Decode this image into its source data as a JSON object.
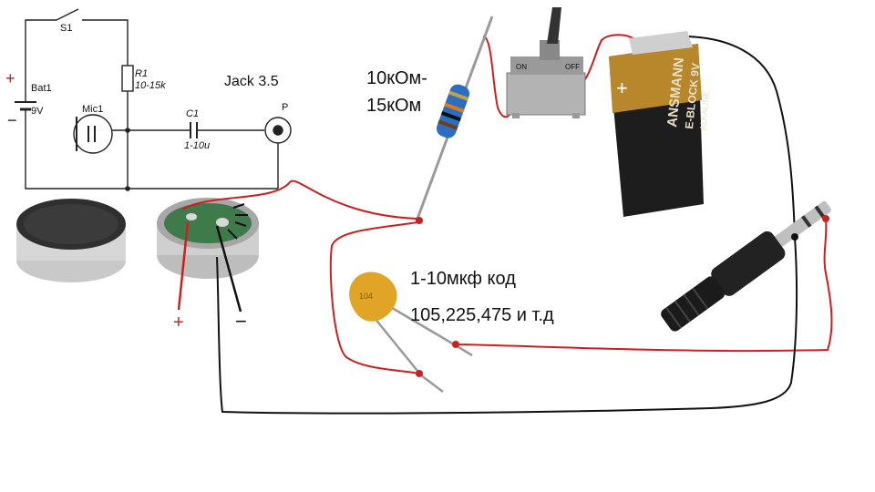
{
  "schematic": {
    "switch_label": "S1",
    "battery_label": "Bat1",
    "battery_voltage": "9V",
    "battery_plus": "+",
    "battery_minus": "−",
    "resistor_label": "R1",
    "resistor_value": "10-15k",
    "mic_label": "Mic1",
    "cap_label": "C1",
    "cap_value": "1-10u",
    "jack_title": "Jack 3.5",
    "jack_pin": "P"
  },
  "photo_labels": {
    "resistor_line1": "10кОм-",
    "resistor_line2": "15кОм",
    "capacitor_line1": "1-10мкф код",
    "capacitor_line2": "105,225,475 и т.д",
    "mic_plus": "+",
    "mic_minus": "−"
  },
  "component_text": {
    "battery_brand": "ANSMANN",
    "battery_type": "E-BLOCK 9V",
    "battery_chem": "ALKALINE",
    "switch_on": "ON",
    "switch_off": "OFF",
    "cap_code": "104"
  },
  "colors": {
    "wire_red": "#cc1f1f",
    "wire_black": "#111111",
    "capacitor": "#e0a526",
    "resistor_blue": "#2a6fc2",
    "battery_gold": "#b8862b"
  }
}
